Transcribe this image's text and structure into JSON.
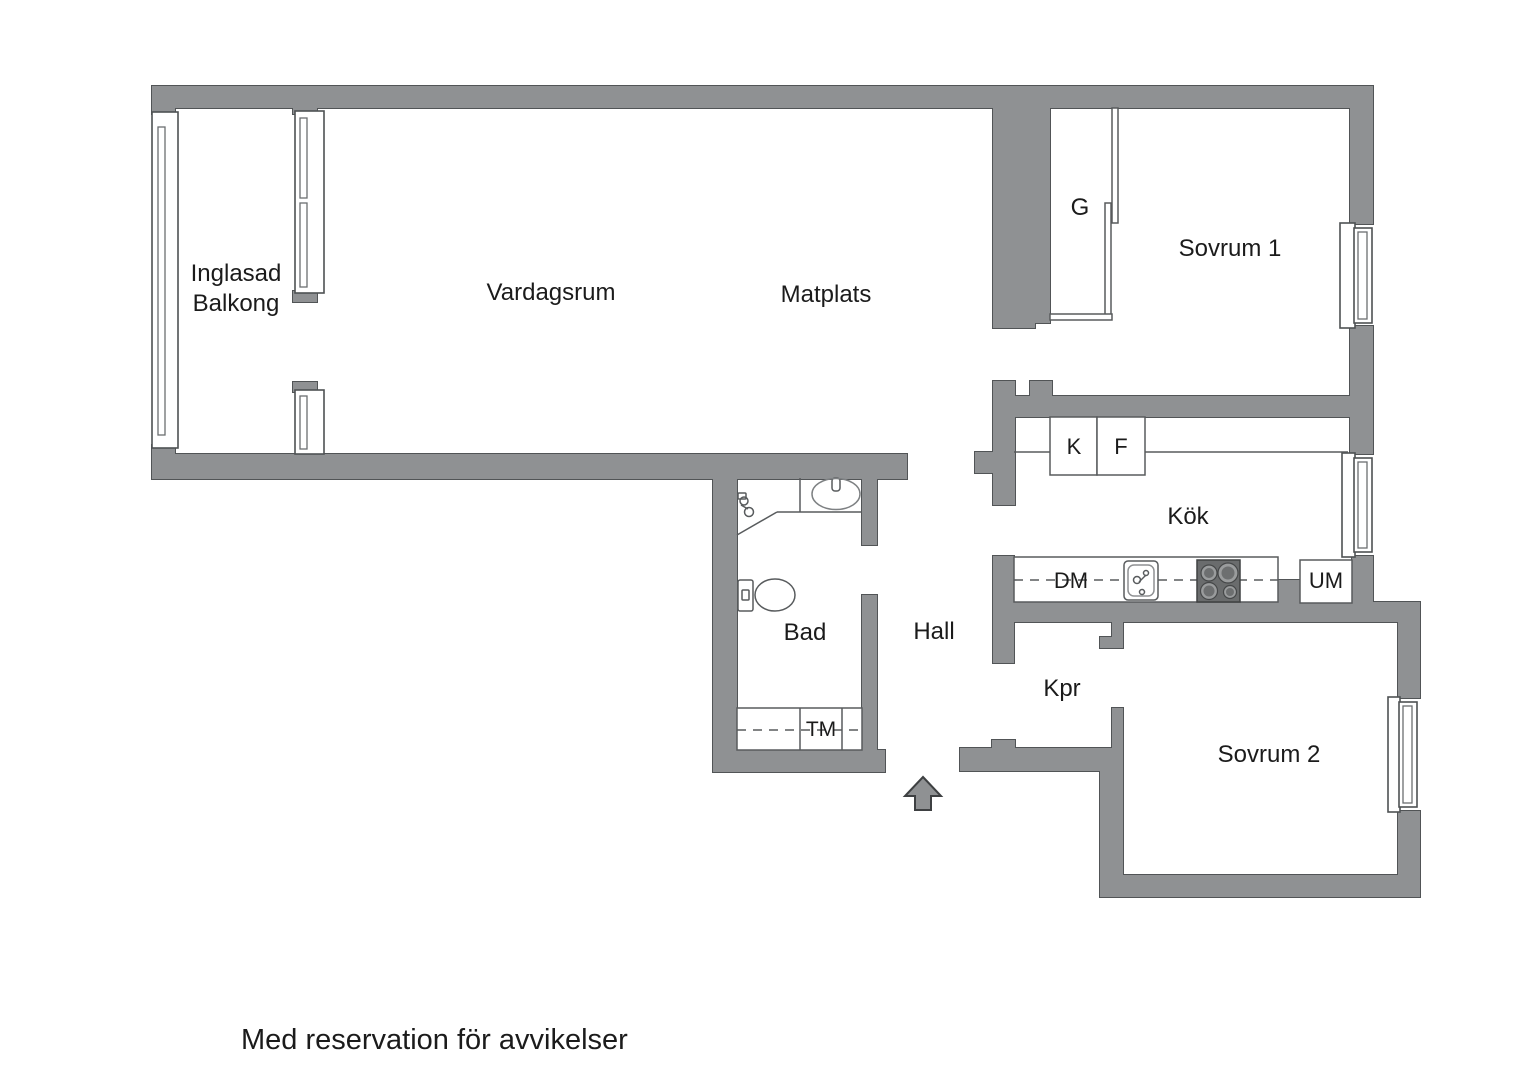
{
  "rooms": {
    "balcony": {
      "line1": "Inglasad",
      "line2": "Balkong"
    },
    "living_room": "Vardagsrum",
    "dining": "Matplats",
    "bedroom1": "Sovrum 1",
    "wardrobe": "G",
    "kitchen": "Kök",
    "bathroom": "Bad",
    "hall": "Hall",
    "closet": "Kpr",
    "bedroom2": "Sovrum 2"
  },
  "appliances": {
    "fridge": "K",
    "freezer": "F",
    "dishwasher": "DM",
    "upper_cabinet": "UM",
    "washing_machine": "TM"
  },
  "disclaimer": "Med reservation för avvikelser",
  "colors": {
    "wall": "#8F9193",
    "outline": "#515456",
    "stove": "#6a6c6d",
    "text": "#1b1b1b",
    "background": "#ffffff"
  }
}
